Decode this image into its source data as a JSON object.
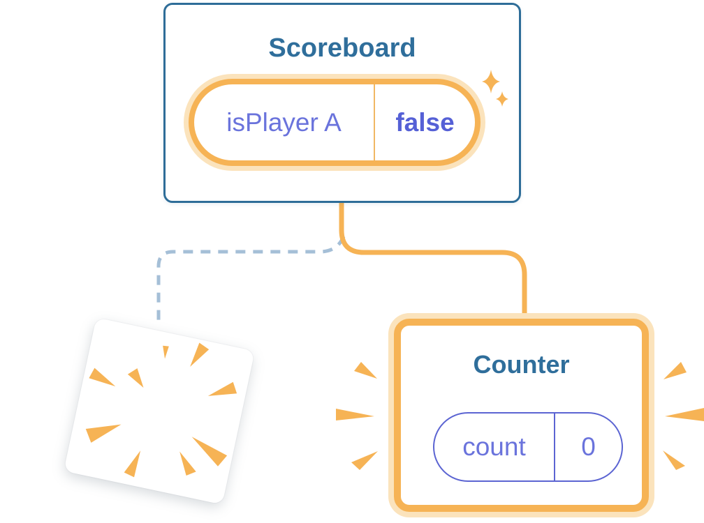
{
  "diagram": {
    "scoreboard": {
      "title": "Scoreboard",
      "state": {
        "key": "isPlayer A",
        "value": "false"
      }
    },
    "counter": {
      "title": "Counter",
      "state": {
        "key": "count",
        "value": "0"
      }
    },
    "icons": {
      "sparkles": "sparkles-icon",
      "poof_burst": "poof-burst-icon",
      "emphasis_left": "emphasis-rays-left-icon",
      "emphasis_right": "emphasis-rays-right-icon"
    }
  },
  "colors": {
    "orange": "#F6B355",
    "orange_halo": "#FBE3BC",
    "card_border_blue": "#2E6D98",
    "title_blue": "#2F6E9B",
    "purple": "#6A73DC",
    "purple_bold": "#5560D6",
    "pill_border_purple": "#5B64D2",
    "dashed_line_blue": "#A5BFD7",
    "background": "#FFFFFF"
  }
}
